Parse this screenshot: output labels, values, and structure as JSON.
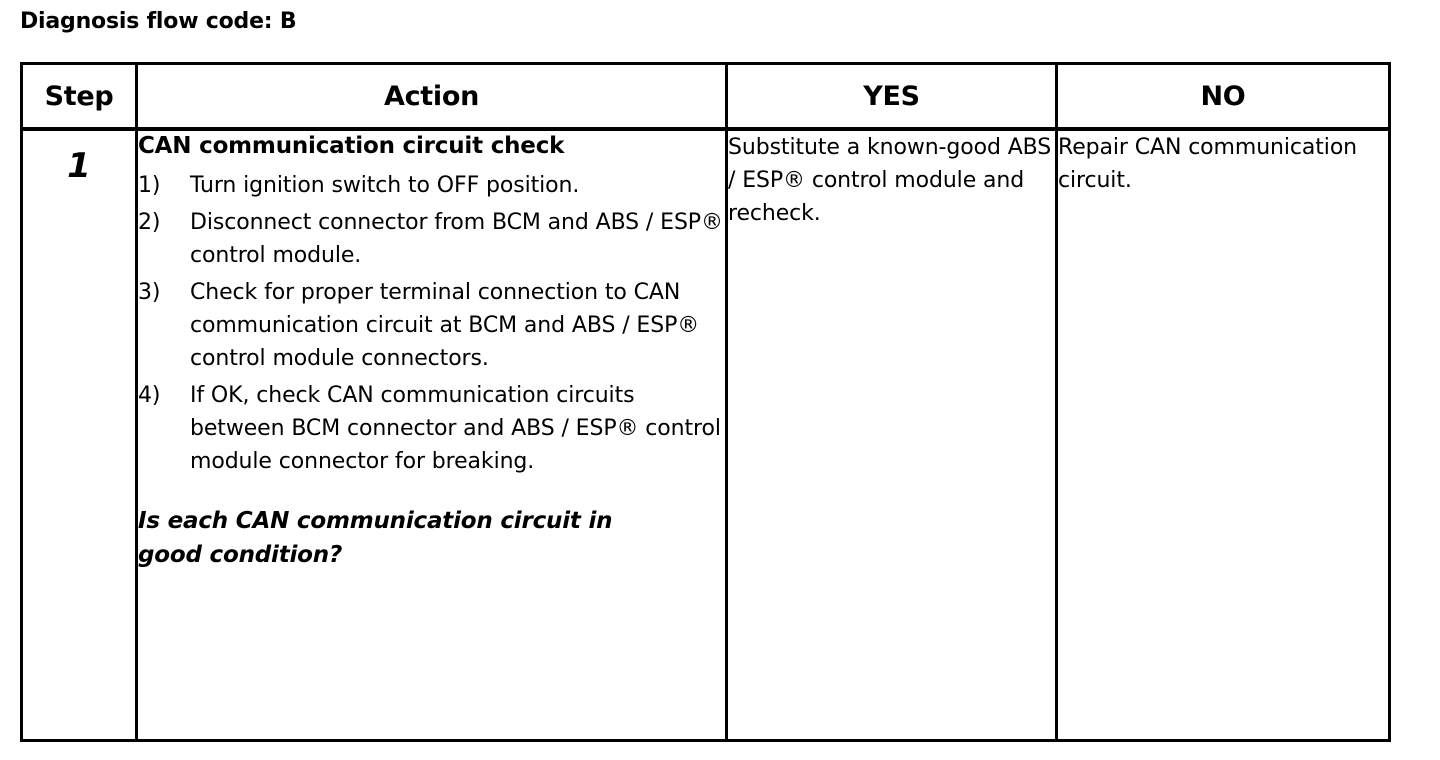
{
  "document": {
    "title": "Diagnosis flow code: B"
  },
  "table": {
    "headers": {
      "step": "Step",
      "action": "Action",
      "yes": "YES",
      "no": "NO"
    },
    "rows": [
      {
        "step": "1",
        "action": {
          "heading": "CAN communication circuit check",
          "items": [
            {
              "marker": "1)",
              "text": "Turn ignition switch to OFF position."
            },
            {
              "marker": "2)",
              "text": "Disconnect connector from BCM and ABS / ESP® control module."
            },
            {
              "marker": "3)",
              "text": "Check for proper terminal connection to CAN communication circuit at BCM and ABS / ESP® control module connectors."
            },
            {
              "marker": "4)",
              "text": "If OK, check CAN communication circuits between BCM connector and ABS / ESP® control module connector for breaking."
            }
          ],
          "question": "Is each CAN communication circuit in good condition?"
        },
        "yes": "Substitute a known-good ABS / ESP® control module and recheck.",
        "no": "Repair CAN communication circuit."
      }
    ]
  },
  "colors": {
    "ink": "#000000",
    "paper": "#ffffff"
  }
}
